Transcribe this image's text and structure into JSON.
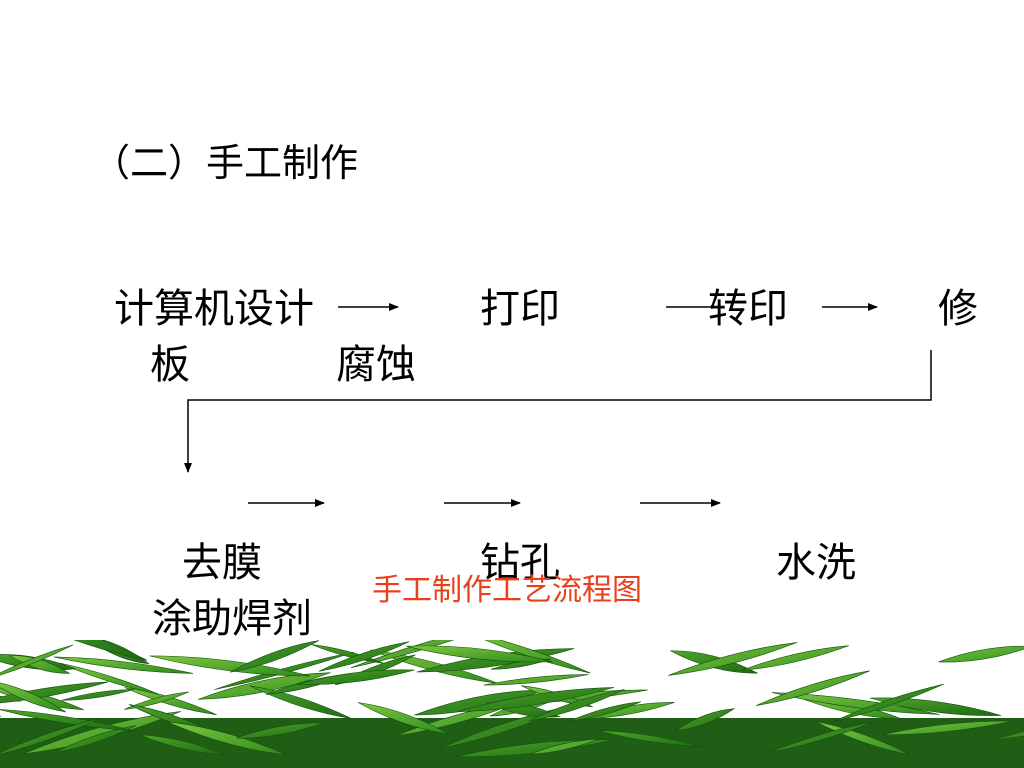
{
  "slide": {
    "heading": "（二）手工制作",
    "caption": "手工制作工艺流程图",
    "caption_color": "#e8401c",
    "steps": {
      "design_a": "计算机设计",
      "design_b": "板",
      "print_a": "打印",
      "print_b": "腐蚀",
      "transfer": "转印",
      "repair": "修",
      "film_a": "去膜",
      "film_b": "涂助焊剂",
      "drill": "钻孔",
      "wash": "水洗"
    },
    "decoration": "grass-border"
  }
}
